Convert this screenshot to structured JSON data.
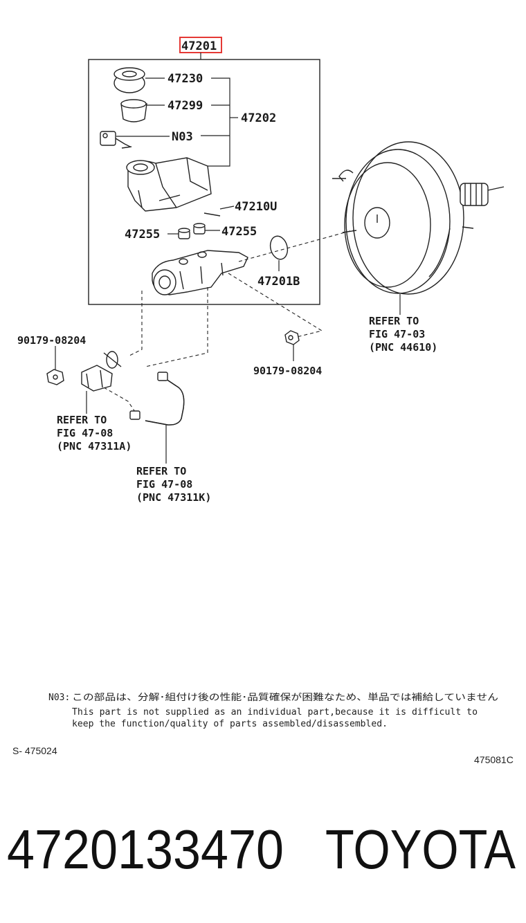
{
  "diagram": {
    "assembly_code": "47201",
    "parts": {
      "reservoir_cap": "47230",
      "strainer": "47299",
      "reservoir_set": "47202",
      "sensor": "N03",
      "pin": "47210U",
      "grommet_left": "47255",
      "grommet_right": "47255",
      "o_ring": "47201B",
      "nut_left": "90179-08204",
      "nut_right": "90179-08204"
    },
    "refer_booster": [
      "REFER TO",
      "FIG 47-03",
      "(PNC 44610)"
    ],
    "refer_valve": [
      "REFER TO",
      "FIG 47-08",
      "(PNC 47311A)"
    ],
    "refer_tube": [
      "REFER TO",
      "FIG 47-08",
      "(PNC 47311K)"
    ]
  },
  "footnote": {
    "code": "N03:",
    "japanese": "この部品は、分解･組付け後の性能･品質確保が困難なため、単品では補給していません",
    "english_1": "This part is not supplied as an individual part,because it is difficult to",
    "english_2": "keep the function/quality of parts assembled/disassembled."
  },
  "ref_left": "S- 475024",
  "ref_right": "475081C",
  "part_number": "4720133470",
  "brand": "TOYOTA",
  "colors": {
    "highlight_box": "#e53935"
  }
}
